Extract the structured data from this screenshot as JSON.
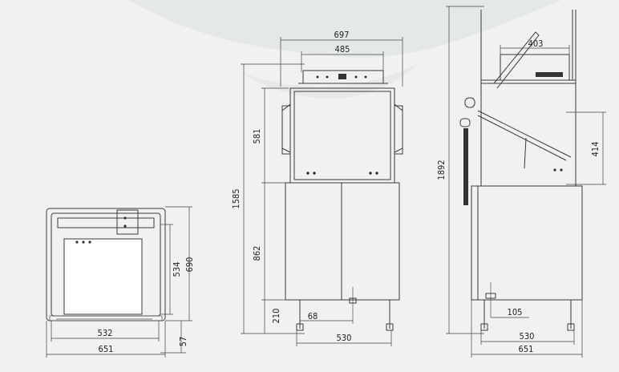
{
  "top_view": {
    "depth_inner": "534",
    "depth_outer": "690",
    "width_inner": "532",
    "width_outer": "651",
    "front_offset": "57"
  },
  "front_view": {
    "width_outer": "697",
    "width_top": "485",
    "upper_height": "581",
    "total_height": "1585",
    "lower_height": "862",
    "leg_height": "210",
    "drain_offset": "68",
    "foot_span": "530"
  },
  "side_view": {
    "total_height": "1892",
    "hood_width": "403",
    "hood_lift": "414",
    "outlet_offset": "105",
    "foot_span": "530",
    "width_outer": "651"
  }
}
